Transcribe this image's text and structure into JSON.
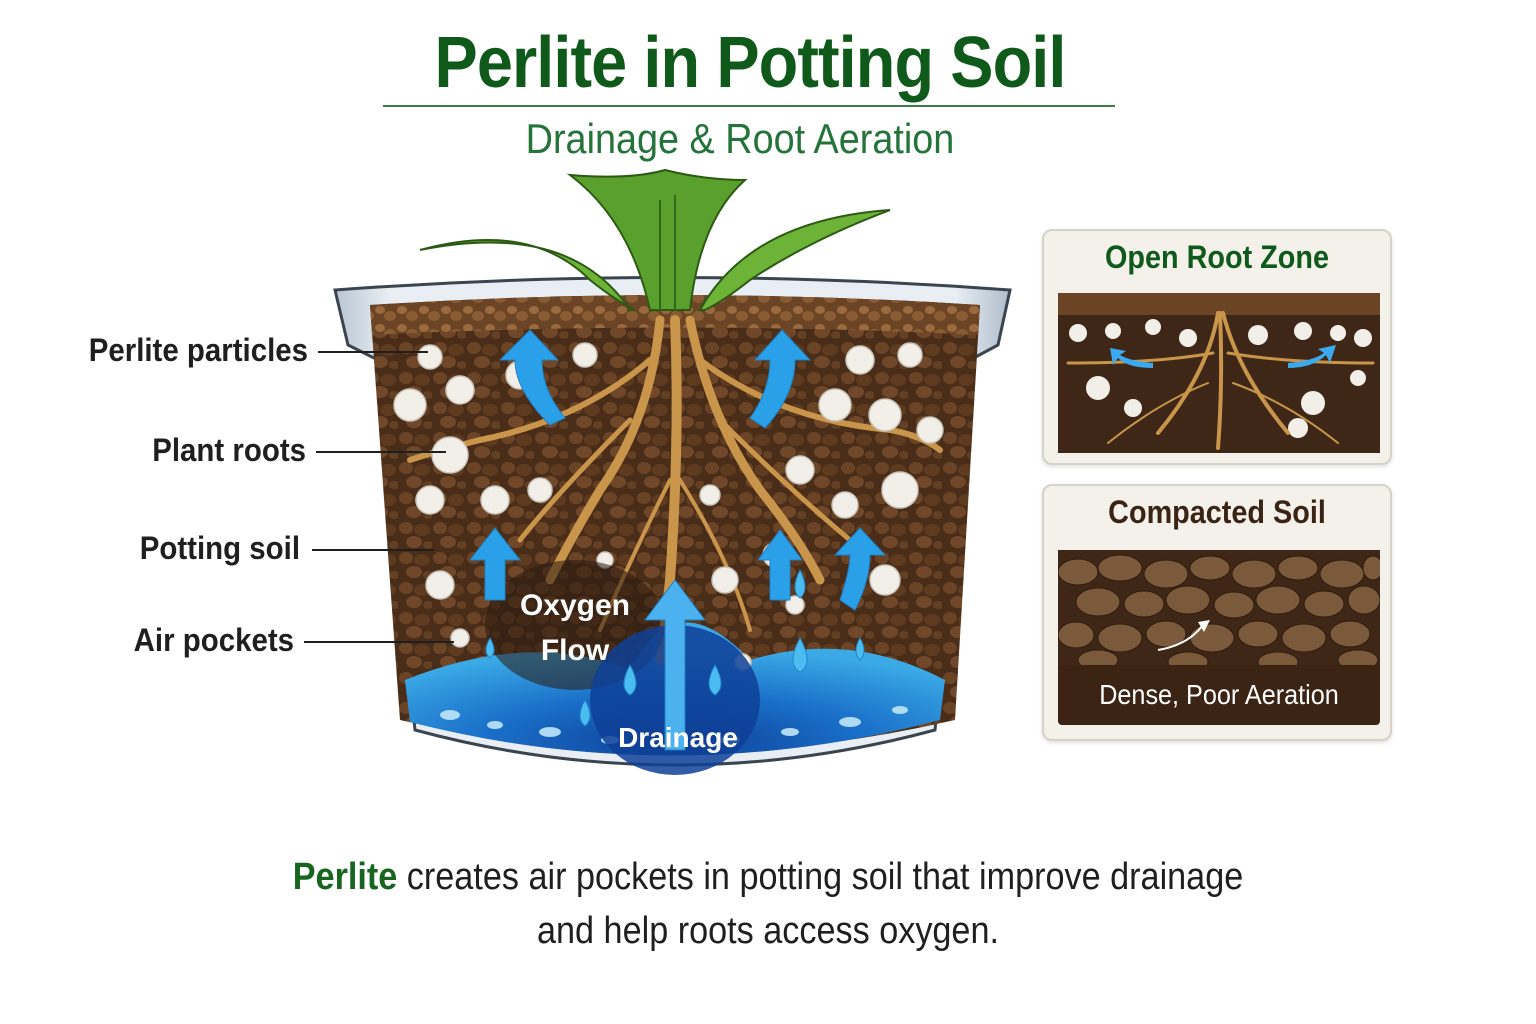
{
  "header": {
    "title": "Perlite in Potting Soil",
    "subtitle": "Drainage & Root Aeration"
  },
  "callouts": [
    {
      "label": "Perlite particles",
      "target": "perlite-particle"
    },
    {
      "label": "Plant roots",
      "target": "plant-root"
    },
    {
      "label": "Potting soil",
      "target": "soil"
    },
    {
      "label": "Air pockets",
      "target": "air-pocket"
    }
  ],
  "pot": {
    "oxygen_label_line1": "Oxygen",
    "oxygen_label_line2": "Flow",
    "drainage_label": "Drainage"
  },
  "panels": {
    "open_root_zone": {
      "title": "Open Root Zone"
    },
    "compacted_soil": {
      "title": "Compacted Soil",
      "footer": "Dense, Poor Aeration"
    }
  },
  "caption": {
    "highlight": "Perlite",
    "line1_rest": " creates air pockets in potting soil that improve drainage",
    "line2": "and help roots access oxygen."
  },
  "colors": {
    "title_green": "#0f5a1a",
    "subtitle_green": "#24743a",
    "soil_brown": "#4a2d18",
    "root_tan": "#c9954a",
    "arrow_blue": "#2aa0e8",
    "water_blue": "#1f7fd0",
    "leaf_green": "#5aa02c",
    "panel_bg": "#f3f1ea",
    "compacted_footer": "#3b2414"
  }
}
